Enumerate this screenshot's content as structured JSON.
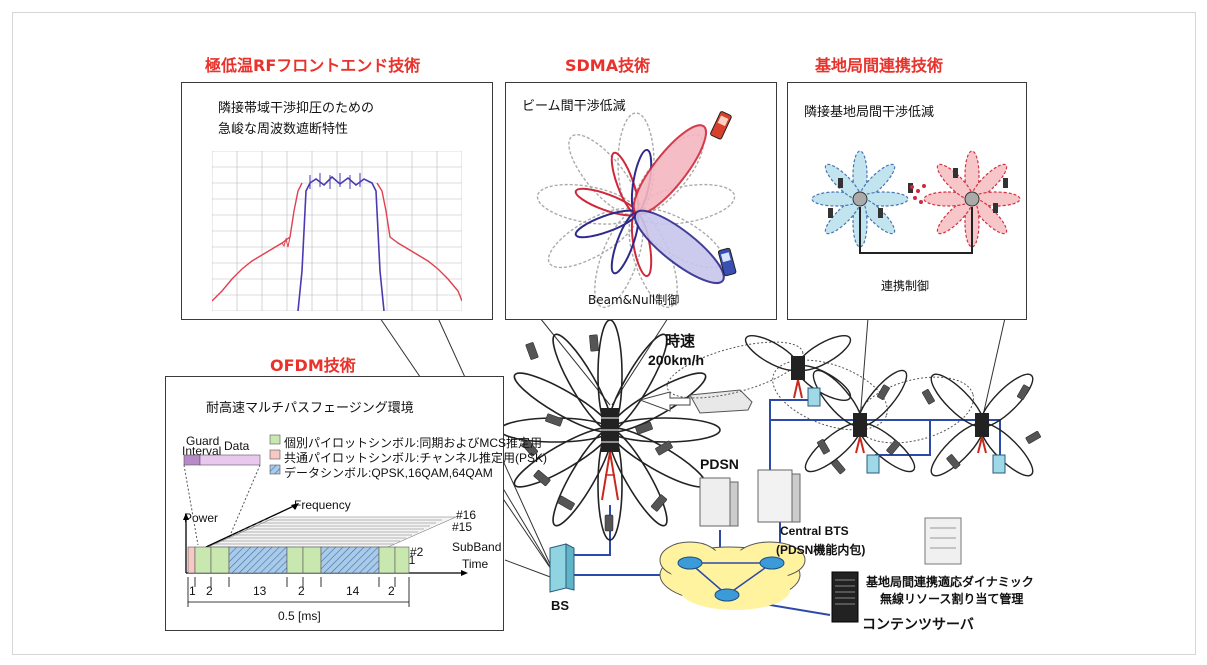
{
  "titles": {
    "rf": "極低温RFフロントエンド技術",
    "sdma": "SDMA技術",
    "coop": "基地局間連携技術",
    "ofdm": "OFDM技術"
  },
  "rf_panel": {
    "line1": "隣接帯域干渉抑圧のための",
    "line2": "急峻な周波数遮断特性"
  },
  "sdma_panel": {
    "heading": "ビーム間干渉低減",
    "caption": "Beam&Null制御"
  },
  "coop_panel": {
    "heading": "隣接基地局間干渉低減",
    "caption": "連携制御"
  },
  "ofdm_panel": {
    "heading": "耐高速マルチパスフェージング環境",
    "guard": "Guard",
    "interval": "Interval",
    "data": "Data",
    "legend1": "個別パイロットシンボル:同期およびMCS推定用",
    "legend2": "共通パイロットシンボル:チャンネル推定用(PSK)",
    "legend3": "データシンボル:QPSK,16QAM,64QAM",
    "power": "Power",
    "frequency": "Frequency",
    "time": "Time",
    "subband": "SubBand",
    "sb16": "#16",
    "sb15": "#15",
    "sb2": "#2",
    "sb1": "#1",
    "segments": [
      "1",
      "2",
      "13",
      "2",
      "14",
      "2"
    ],
    "duration": "0.5 [ms]"
  },
  "network": {
    "speed_label": "時速",
    "speed_value": "200km/h",
    "pdsn": "PDSN",
    "central_bts_1": "Central BTS",
    "central_bts_2": "(PDSN機能内包)",
    "bs": "BS",
    "mgmt_1": "基地局間連携適応ダイナミック",
    "mgmt_2": "無線リソース割り当て管理",
    "content_server": "コンテンツサーバ"
  },
  "colors": {
    "title_red": "#e8322b",
    "spectrum_red": "#e04050",
    "spectrum_blue": "#4a3ab0",
    "line_blue": "#2e4aa8",
    "cloud_yellow": "#fff3a0",
    "pilot_green": "#c9e8b0",
    "pilot_pink": "#f6c9c4",
    "data_blue": "#a9cbe8",
    "guard_purple": "#b98ac9"
  }
}
